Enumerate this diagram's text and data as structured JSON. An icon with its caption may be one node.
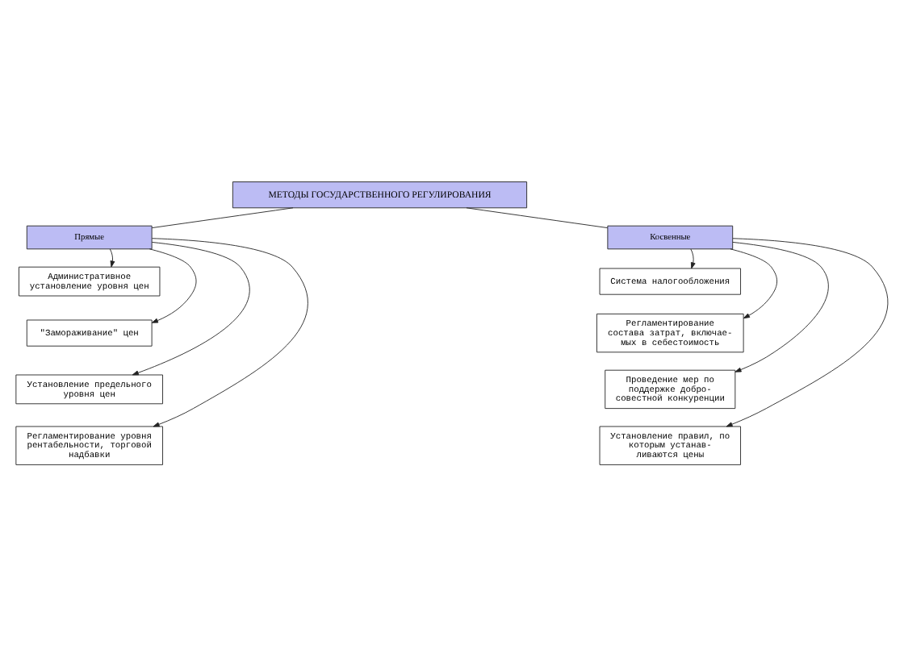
{
  "diagram": {
    "nodes": [
      {
        "text": [
          "МЕТОДЫ ГОСУДАРСТВЕННОГО РЕГУЛИРОВАНИЯ"
        ]
      },
      {
        "text": [
          "Прямые"
        ]
      },
      {
        "text": [
          "Косвенные"
        ]
      },
      {
        "text": [
          "Административное установление уровня цен"
        ]
      },
      {
        "text": [
          "\"Замораживание\" цен"
        ]
      },
      {
        "text": [
          "Установление предельного уровня цен"
        ]
      },
      {
        "text": [
          "Регламентирование уровня рентабельности, торговой надбавки"
        ]
      },
      {
        "text": [
          "Система налогообложения"
        ]
      },
      {
        "text": [
          "Регламентирование состава затрат, включае- мых в себестоимость"
        ]
      },
      {
        "text": [
          "Проведение мер по поддержке добро- совестной конкуренции"
        ]
      },
      {
        "text": [
          "Установление правил, по которым устанав- ливаются цены"
        ]
      }
    ],
    "edges": [
      {
        "from": 0,
        "to": 1,
        "arrow": "none"
      },
      {
        "from": 0,
        "to": 2,
        "arrow": "none"
      },
      {
        "from": 1,
        "to": 3,
        "arrow": "to"
      },
      {
        "from": 1,
        "to": 4,
        "arrow": "to"
      },
      {
        "from": 1,
        "to": 5,
        "arrow": "to"
      },
      {
        "from": 1,
        "to": 6,
        "arrow": "to"
      },
      {
        "from": 2,
        "to": 7,
        "arrow": "to"
      },
      {
        "from": 2,
        "to": 8,
        "arrow": "to"
      },
      {
        "from": 2,
        "to": 9,
        "arrow": "to"
      },
      {
        "from": 2,
        "to": 10,
        "arrow": "to"
      }
    ]
  }
}
